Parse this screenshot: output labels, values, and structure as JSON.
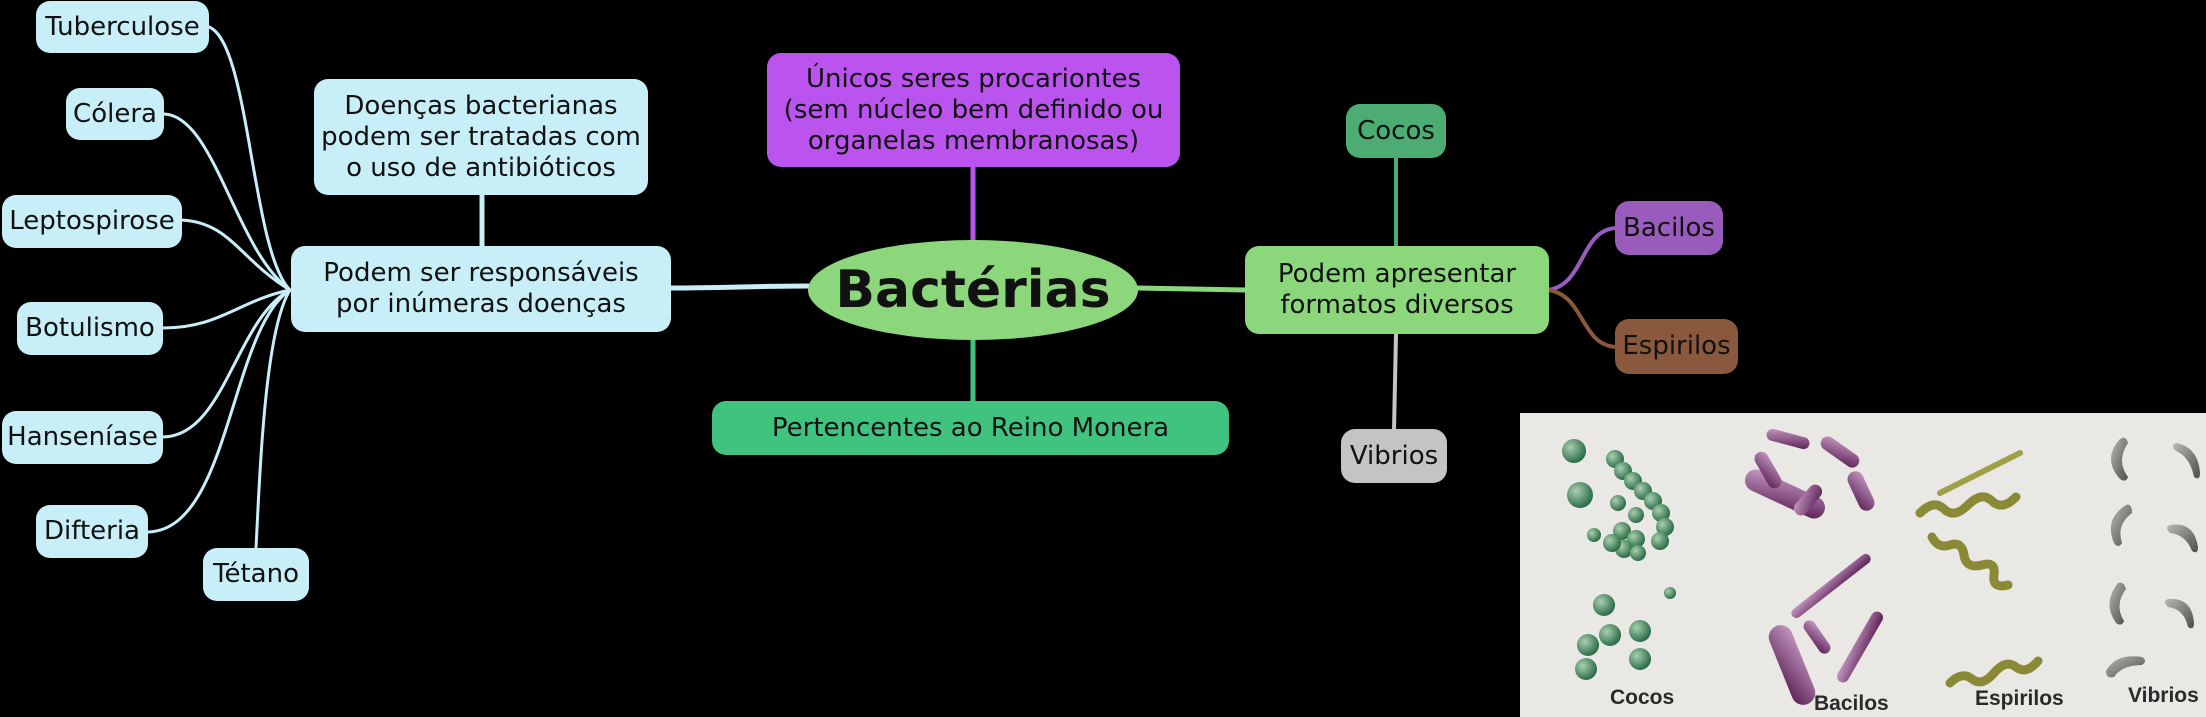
{
  "central": {
    "label": "Bactérias"
  },
  "top": {
    "lines": [
      "Únicos seres procariontes",
      "(sem núcleo bem definido ou",
      "organelas membranosas)"
    ]
  },
  "bottom": {
    "label": "Pertencentes ao Reino Monera"
  },
  "left_branch": {
    "lines": [
      "Podem ser responsáveis",
      "por inúmeras doenças"
    ],
    "note_lines": [
      "Doenças bacterianas",
      "podem ser tratadas com",
      "o uso de antibióticos"
    ],
    "diseases": [
      "Tuberculose",
      "Cólera",
      "Leptospirose",
      "Botulismo",
      "Hanseníase",
      "Difteria",
      "Tétano"
    ]
  },
  "right_branch": {
    "lines": [
      "Podem apresentar",
      "formatos diversos"
    ],
    "shapes": {
      "cocos": "Cocos",
      "bacilos": "Bacilos",
      "espirilos": "Espirilos",
      "vibrios": "Vibrios"
    }
  },
  "photo_labels": [
    "Cocos",
    "Bacilos",
    "Espirilos",
    "Vibrios"
  ],
  "colors": {
    "central": "#8cd77c",
    "light_nodes": "#c8eef8",
    "top_node": "#bb54ee",
    "bottom_node": "#3fc37e",
    "cocos": "#4cac74",
    "bacilos": "#9a5cbc",
    "espirilos": "#8a583c",
    "vibrios": "#c4c4c4"
  }
}
